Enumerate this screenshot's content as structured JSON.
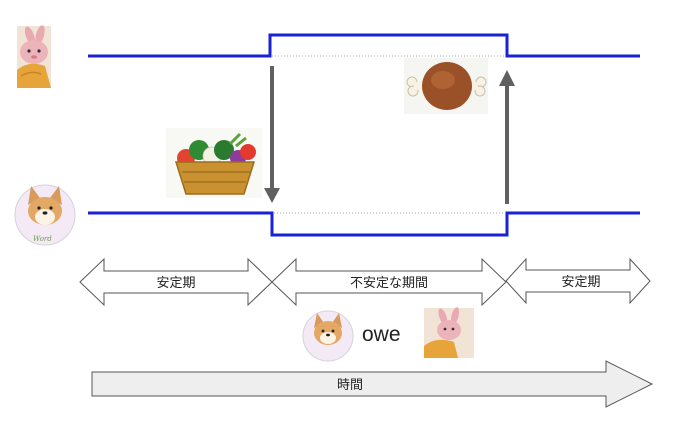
{
  "labels": {
    "stable_left": "安定期",
    "unstable": "不安定な期間",
    "stable_right": "安定期",
    "owe": "owe",
    "time": "時間"
  },
  "dog_avatar_text": "Word",
  "colors": {
    "signal_line": "#1a22d6",
    "transfer_arrow": "#606060",
    "outline": "#555555",
    "time_arrow_fill": "#eeeeee"
  },
  "icons": {
    "top_party": "rabbit-avatar-icon",
    "bottom_party": "dog-avatar-icon",
    "down_item": "vegetable-basket-icon",
    "up_item": "meat-on-bone-icon"
  }
}
